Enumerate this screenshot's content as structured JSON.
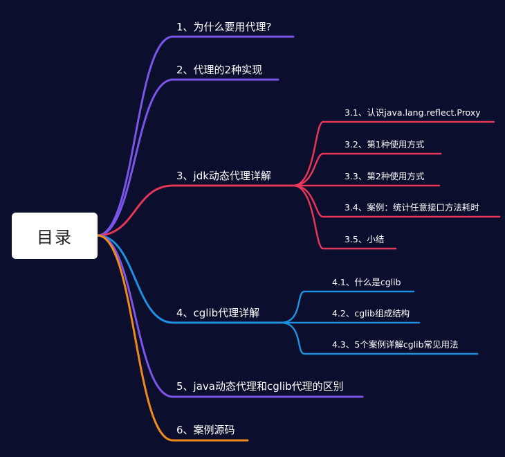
{
  "root": {
    "label": "目录"
  },
  "branches": [
    {
      "label": "1、为什么要用代理?",
      "color": "#7b55e8",
      "children": []
    },
    {
      "label": "2、代理的2种实现",
      "color": "#7b55e8",
      "children": []
    },
    {
      "label": "3、jdk动态代理详解",
      "color": "#e8365a",
      "children": [
        {
          "label": "3.1、认识java.lang.reflect.Proxy"
        },
        {
          "label": "3.2、第1种使用方式"
        },
        {
          "label": "3.3、第2种使用方式"
        },
        {
          "label": "3.4、案例：统计任意接口方法耗时"
        },
        {
          "label": "3.5、小结"
        }
      ]
    },
    {
      "label": "4、cglib代理详解",
      "color": "#1f8fe0",
      "children": [
        {
          "label": "4.1、什么是cglib"
        },
        {
          "label": "4.2、cglib组成结构"
        },
        {
          "label": "4.3、5个案例详解cglib常见用法"
        }
      ]
    },
    {
      "label": "5、java动态代理和cglib代理的区别",
      "color": "#7b55e8",
      "children": []
    },
    {
      "label": "6、案例源码",
      "color": "#f08a1c",
      "children": []
    }
  ]
}
